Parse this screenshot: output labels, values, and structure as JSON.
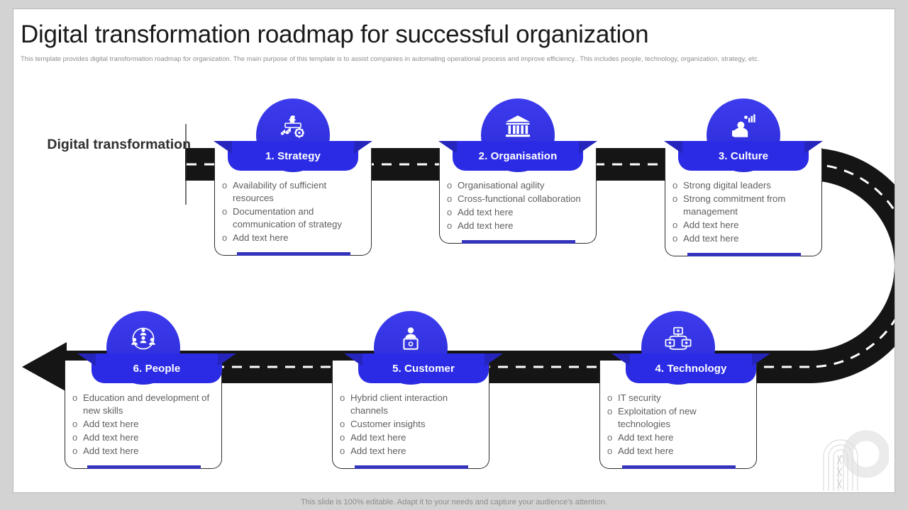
{
  "header": {
    "title": "Digital transformation roadmap for successful organization",
    "subtitle": "This template provides digital transformation roadmap for organization. The main purpose of this template is to assist companies in automating operational process and improve efficiency.. This includes people, technology, organization, strategy, etc."
  },
  "stage_label": "Digital transformation",
  "colors": {
    "brand_blue": "#2b2be6",
    "pill_shadow": "#2525bd",
    "accent_bar": "#3333bb",
    "road_black": "#151515",
    "slide_bg": "#ffffff",
    "canvas_bg": "#d3d3d3",
    "body_text": "#5f5f5f",
    "title_text": "#1a1a1a",
    "subtitle_text": "#8d8d8d"
  },
  "bullet_mark": "o",
  "steps": [
    {
      "title": "1. Strategy",
      "icon": "strategy-chess-gear-icon",
      "bullets": [
        "Availability  of sufficient resources",
        "Documentation and communication of strategy",
        "Add text here"
      ]
    },
    {
      "title": "2. Organisation",
      "icon": "organisation-bank-building-icon",
      "bullets": [
        "Organisational agility",
        "Cross-functional collaboration",
        "Add text here",
        "Add text here"
      ]
    },
    {
      "title": "3. Culture",
      "icon": "culture-person-chart-icon",
      "bullets": [
        "Strong digital leaders",
        "Strong commitment from management",
        "Add text here",
        "Add text here"
      ]
    },
    {
      "title": "4. Technology",
      "icon": "technology-network-monitors-icon",
      "bullets": [
        "IT security",
        "Exploitation of new technologies",
        "Add text here",
        "Add text here"
      ]
    },
    {
      "title": "5. Customer",
      "icon": "customer-presenter-podium-icon",
      "bullets": [
        "Hybrid client interaction channels",
        "Customer insights",
        "Add text here",
        "Add text here"
      ]
    },
    {
      "title": "6. People",
      "icon": "people-network-group-icon",
      "bullets": [
        "Education and development of new skills",
        "Add text here",
        "Add text here",
        "Add text here"
      ]
    }
  ],
  "footer": {
    "note": "This slide is 100% editable. Adapt it to your needs and capture your audience's attention."
  }
}
